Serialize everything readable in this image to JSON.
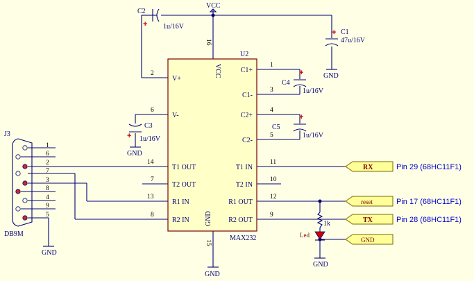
{
  "ic": {
    "ref": "U2",
    "part": "MAX232",
    "left_pins": [
      {
        "label": "V+",
        "num": "2"
      },
      {
        "label": "V-",
        "num": "6"
      },
      {
        "label": "T1 OUT",
        "num": "14"
      },
      {
        "label": "T2 OUT",
        "num": "7"
      },
      {
        "label": "R1 IN",
        "num": "13"
      },
      {
        "label": "R2 IN",
        "num": "8"
      }
    ],
    "right_pins": [
      {
        "label": "C1+",
        "num": "1"
      },
      {
        "label": "C1-",
        "num": "3"
      },
      {
        "label": "C2+",
        "num": "4"
      },
      {
        "label": "C2-",
        "num": "5"
      },
      {
        "label": "T1 IN",
        "num": "11"
      },
      {
        "label": "T2 IN",
        "num": "10"
      },
      {
        "label": "R1 OUT",
        "num": "12"
      },
      {
        "label": "R2 OUT",
        "num": "9"
      }
    ],
    "top_pin": {
      "label": "VCC",
      "num": "16"
    },
    "bottom_pin": {
      "label": "GND",
      "num": "15"
    }
  },
  "power": {
    "vcc": "VCC",
    "gnd": "GND"
  },
  "capacitors": [
    {
      "ref": "C1",
      "value": "47u/16V"
    },
    {
      "ref": "C2",
      "value": "1u/16V"
    },
    {
      "ref": "C3",
      "value": "1u/16V"
    },
    {
      "ref": "C4",
      "value": "1u/16V"
    },
    {
      "ref": "C5",
      "value": "1u/16V"
    }
  ],
  "connector": {
    "ref": "J3",
    "part": "DB9M",
    "pins": [
      "1",
      "6",
      "2",
      "7",
      "3",
      "8",
      "4",
      "9",
      "5"
    ]
  },
  "resistor": {
    "value": "1k"
  },
  "led": {
    "label": "Led"
  },
  "ports": [
    {
      "label": "RX",
      "dest": "Pin 29 (68HC11F1)"
    },
    {
      "label": "reset",
      "dest": "Pin 17 (68HC11F1)"
    },
    {
      "label": "TX",
      "dest": "Pin 28 (68HC11F1)"
    },
    {
      "label": "GND",
      "dest": ""
    }
  ]
}
